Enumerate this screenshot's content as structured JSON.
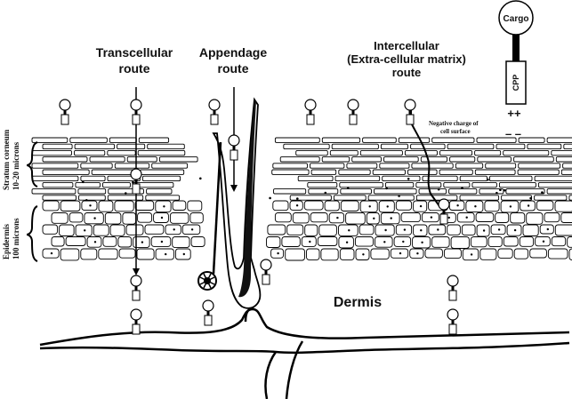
{
  "labels": {
    "transcellular_line1": "Transcellular",
    "transcellular_line2": "route",
    "appendage_line1": "Appendage",
    "appendage_line2": "route",
    "intercellular_line1": "Intercellular",
    "intercellular_line2": "(Extra-cellular matrix)",
    "intercellular_line3": "route",
    "cargo": "Cargo",
    "cpp": "CPP",
    "charge_plus": "++",
    "charge_minus": "– –",
    "negative_charge_line1": "Negative charge of",
    "negative_charge_line2": "cell surface",
    "stratum_line1": "Stratum corneum",
    "stratum_line2": "10-20 microns",
    "epidermis_line1": "Epidermis",
    "epidermis_line2": "100 microns",
    "dermis": "Dermis"
  }
}
